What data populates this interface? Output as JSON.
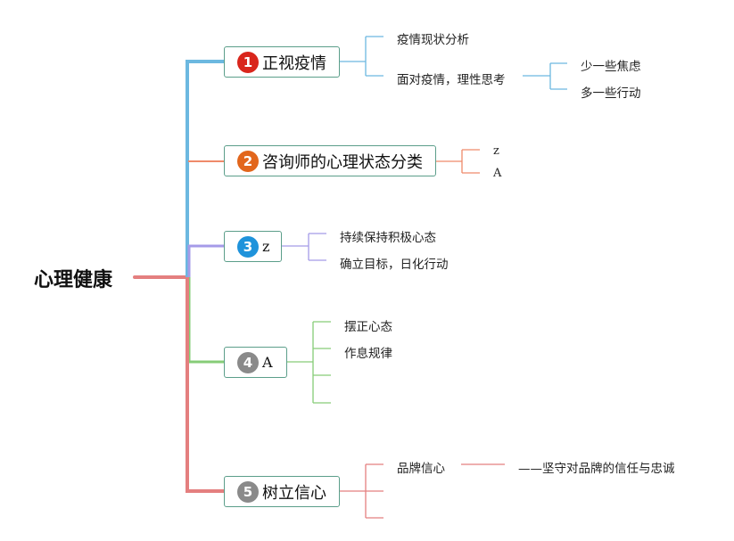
{
  "colors": {
    "root_line": "#e47f7f",
    "node_border": "#5b9e8a",
    "branch1": "#6cb8e0",
    "branch2": "#ef8a6a",
    "branch3": "#a59be8",
    "branch4": "#86cc77",
    "branch5": "#e47f7f",
    "badge1": "#d9261c",
    "badge2": "#e2661c",
    "badge3": "#1f93db",
    "badge4": "#8a8a8a",
    "badge5": "#8a8a8a"
  },
  "root": {
    "label": "心理健康"
  },
  "branches": [
    {
      "number": "1",
      "label": "正视疫情",
      "items": [
        {
          "label": "疫情现状分析"
        },
        {
          "label": "面对疫情，理性思考",
          "children": [
            "少一些焦虑",
            "多一些行动"
          ]
        }
      ]
    },
    {
      "number": "2",
      "label": "咨询师的心理状态分类",
      "items": [
        {
          "label": "z"
        },
        {
          "label": "A"
        }
      ]
    },
    {
      "number": "3",
      "label": "z",
      "items": [
        {
          "label": "持续保持积极心态"
        },
        {
          "label": "确立目标，日化行动"
        }
      ]
    },
    {
      "number": "4",
      "label": "A",
      "items": [
        {
          "label": "摆正心态"
        },
        {
          "label": "作息规律"
        },
        {
          "label": ""
        },
        {
          "label": ""
        }
      ]
    },
    {
      "number": "5",
      "label": "树立信心",
      "items": [
        {
          "label": "品牌信心",
          "children": [
            "——坚守对品牌的信任与忠诚"
          ]
        },
        {
          "label": ""
        },
        {
          "label": ""
        }
      ]
    }
  ]
}
